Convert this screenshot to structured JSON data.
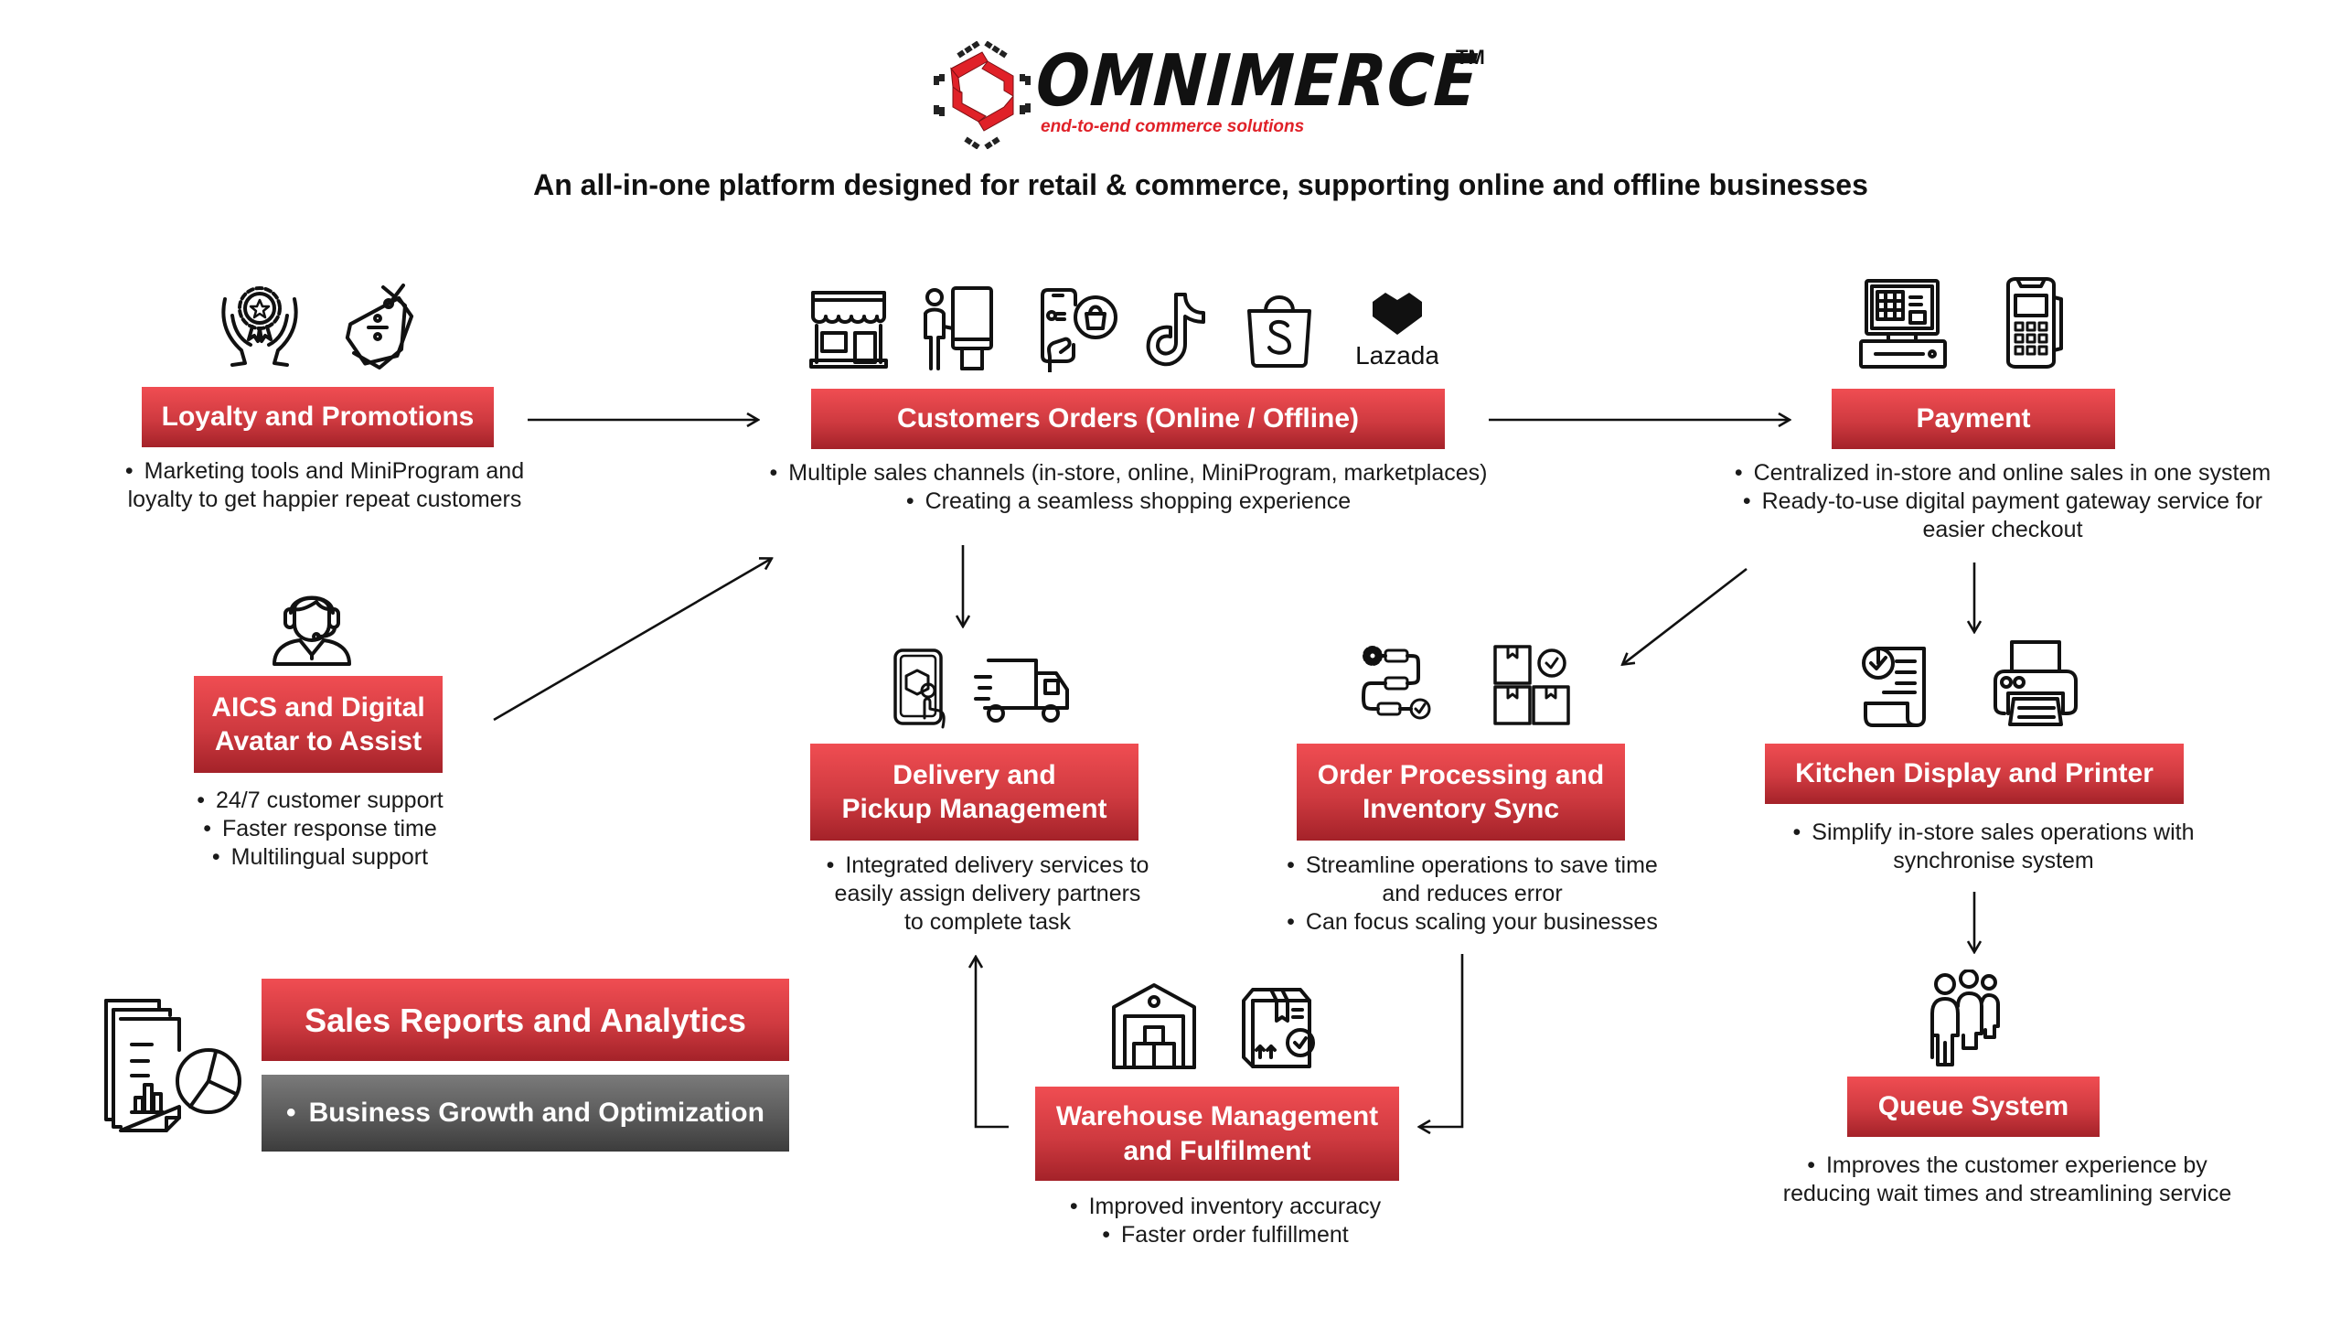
{
  "header": {
    "logo_text": "OMNIMERCE",
    "trademark": "TM",
    "tagline": "end-to-end commerce solutions",
    "subtitle": "An all-in-one platform designed for retail & commerce, supporting online and offline businesses"
  },
  "colors": {
    "brand_red": "#e02128",
    "box_gradient_top": "#f04d52",
    "box_gradient_bottom": "#a42229",
    "analytics_gray_top": "#7a7a7a",
    "analytics_gray_bottom": "#3c3c3c"
  },
  "nodes": {
    "loyalty": {
      "title_lines": [
        "Loyalty and Promotions"
      ],
      "icons": [
        "award-hands-icon",
        "discount-tag-icon"
      ],
      "bullets": [
        {
          "text": "Marketing tools and MiniProgram and",
          "cont": "loyalty to get happier repeat customers"
        }
      ]
    },
    "orders": {
      "title_lines": [
        "Customers Orders (Online / Offline)"
      ],
      "icons": [
        "storefront-icon",
        "kiosk-icon",
        "mobile-shopping-icon",
        "tiktok-icon",
        "shopee-icon",
        "lazada-icon"
      ],
      "lazada_label": "Lazada",
      "bullets": [
        {
          "text": "Multiple sales channels (in-store, online, MiniProgram, marketplaces)"
        },
        {
          "text": "Creating a seamless shopping experience"
        }
      ]
    },
    "payment": {
      "title_lines": [
        "Payment"
      ],
      "icons": [
        "pos-terminal-icon",
        "card-reader-icon"
      ],
      "bullets": [
        {
          "text": "Centralized in-store and online sales in one system"
        },
        {
          "text": "Ready-to-use digital payment gateway service for",
          "cont": "easier checkout"
        }
      ]
    },
    "aics": {
      "title_lines": [
        "AICS and Digital",
        "Avatar to Assist"
      ],
      "icons": [
        "support-agent-icon"
      ],
      "bullets": [
        {
          "text": "24/7 customer support"
        },
        {
          "text": "Faster response time"
        },
        {
          "text": "Multilingual support"
        }
      ]
    },
    "delivery": {
      "title_lines": [
        "Delivery and",
        "Pickup Management"
      ],
      "icons": [
        "mobile-delivery-icon",
        "delivery-truck-icon"
      ],
      "bullets": [
        {
          "text": "Integrated delivery services to",
          "cont": "easily assign delivery partners",
          "cont2": "to complete task"
        }
      ]
    },
    "order_processing": {
      "title_lines": [
        "Order Processing and",
        "Inventory Sync"
      ],
      "icons": [
        "workflow-icon",
        "inventory-boxes-icon"
      ],
      "bullets": [
        {
          "text": "Streamline operations to save time",
          "cont": "and reduces error"
        },
        {
          "text": "Can focus scaling your businesses"
        }
      ]
    },
    "kitchen": {
      "title_lines": [
        "Kitchen Display and Printer"
      ],
      "icons": [
        "receipt-check-icon",
        "printer-icon"
      ],
      "bullets": [
        {
          "text": "Simplify in-store sales operations with",
          "cont": "synchronise system"
        }
      ]
    },
    "warehouse": {
      "title_lines": [
        "Warehouse Management",
        "and Fulfilment"
      ],
      "icons": [
        "warehouse-icon",
        "package-check-icon"
      ],
      "bullets": [
        {
          "text": "Improved inventory accuracy"
        },
        {
          "text": "Faster order fulfillment"
        }
      ]
    },
    "queue": {
      "title_lines": [
        "Queue System"
      ],
      "icons": [
        "people-queue-icon"
      ],
      "bullets": [
        {
          "text": "Improves the customer experience by",
          "cont": "reducing wait times and streamlining service"
        }
      ]
    },
    "analytics": {
      "title": "Sales Reports and Analytics",
      "icons": [
        "report-analytics-icon"
      ],
      "bullet": "Business Growth and Optimization"
    }
  },
  "flows": [
    {
      "from": "Loyalty and Promotions",
      "to": "Customers Orders (Online / Offline)"
    },
    {
      "from": "AICS and Digital Avatar to Assist",
      "to": "Customers Orders (Online / Offline)"
    },
    {
      "from": "Customers Orders (Online / Offline)",
      "to": "Payment"
    },
    {
      "from": "Customers Orders (Online / Offline)",
      "to": "Delivery and Pickup Management"
    },
    {
      "from": "Payment",
      "to": "Order Processing and Inventory Sync"
    },
    {
      "from": "Payment",
      "to": "Kitchen Display and Printer"
    },
    {
      "from": "Kitchen Display and Printer",
      "to": "Queue System"
    },
    {
      "from": "Order Processing and Inventory Sync",
      "to": "Warehouse Management and Fulfilment"
    },
    {
      "from": "Warehouse Management and Fulfilment",
      "to": "Delivery and Pickup Management"
    }
  ]
}
